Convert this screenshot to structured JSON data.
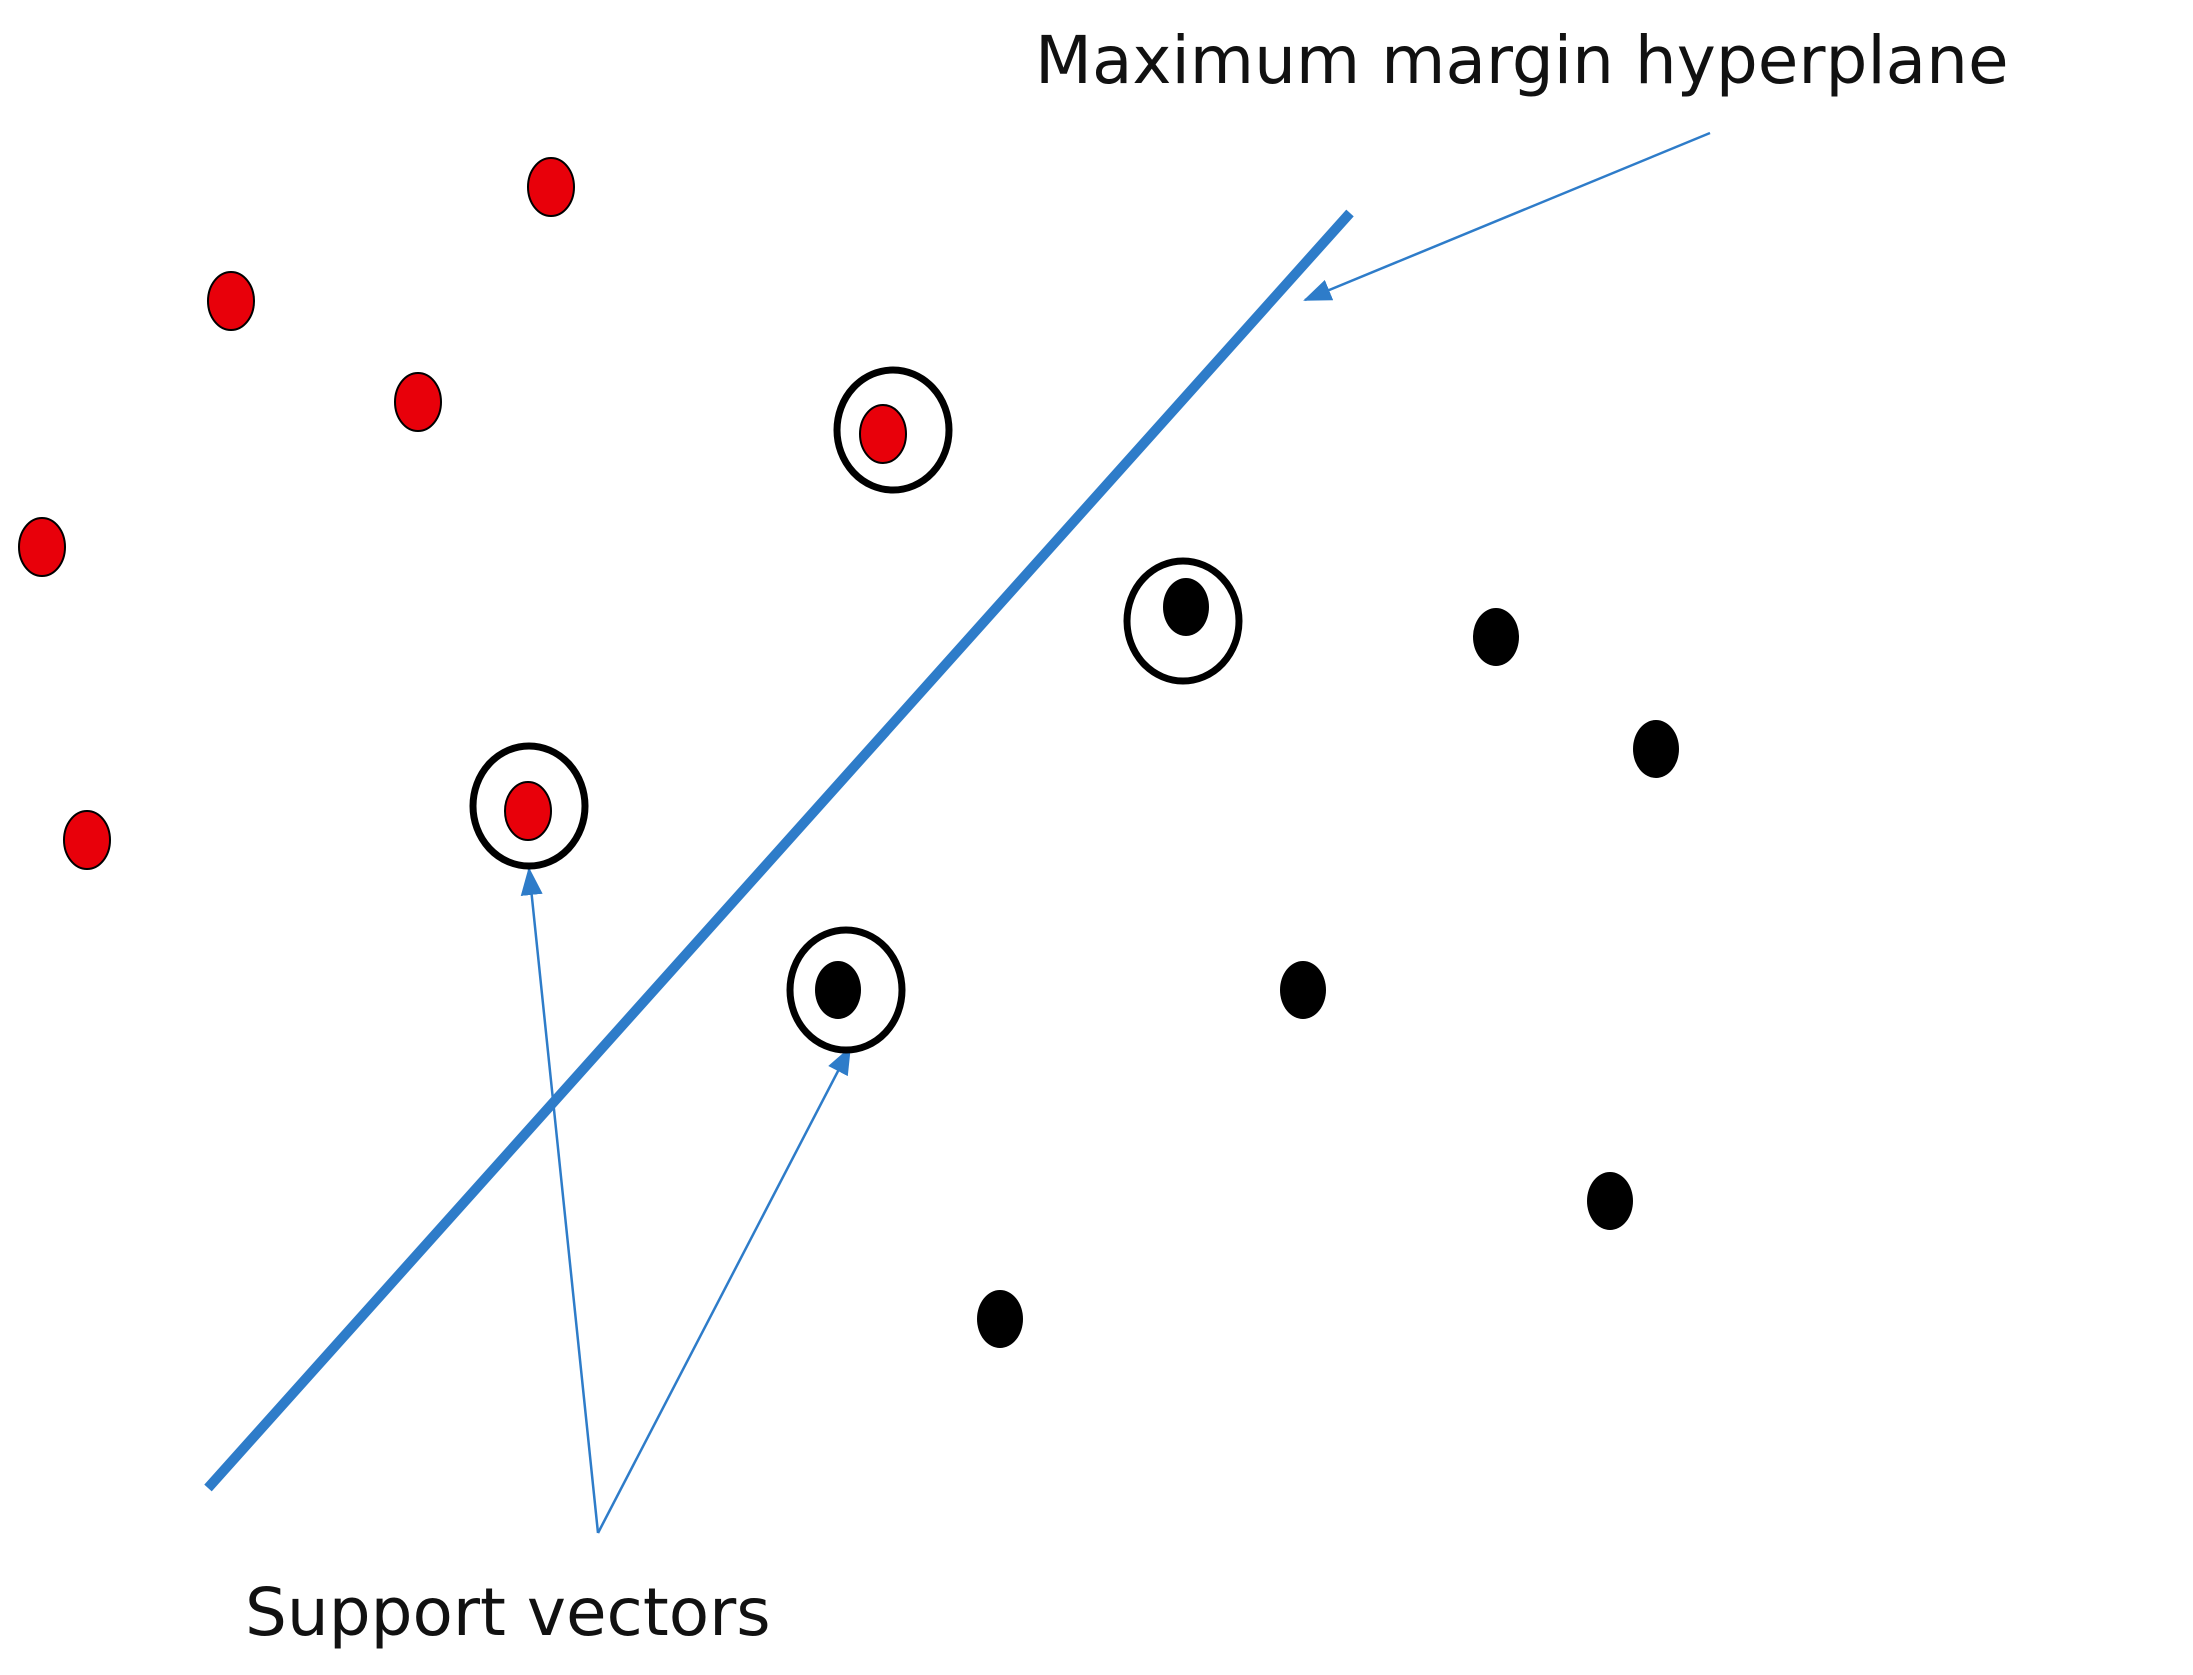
{
  "labels": {
    "hyperplane": "Maximum margin hyperplane",
    "support_vectors": "Support vectors"
  },
  "colors": {
    "background": "#ffffff",
    "class_a": "#e8000a",
    "class_b": "#000000",
    "hyperplane": "#2e7cc9",
    "annotation_arrow": "#2e7cc9",
    "support_ring": "#000000"
  },
  "class_a_points": [
    {
      "name": "red-point-1",
      "support_vector": false
    },
    {
      "name": "red-point-2",
      "support_vector": false
    },
    {
      "name": "red-point-3",
      "support_vector": false
    },
    {
      "name": "red-point-4",
      "support_vector": false
    },
    {
      "name": "red-point-5",
      "support_vector": false
    },
    {
      "name": "red-support-vector-upper",
      "support_vector": true
    },
    {
      "name": "red-support-vector-lower",
      "support_vector": true
    }
  ],
  "class_b_points": [
    {
      "name": "black-support-vector-upper",
      "support_vector": true
    },
    {
      "name": "black-support-vector-lower",
      "support_vector": true
    },
    {
      "name": "black-point-1",
      "support_vector": false
    },
    {
      "name": "black-point-2",
      "support_vector": false
    },
    {
      "name": "black-point-3",
      "support_vector": false
    },
    {
      "name": "black-point-4",
      "support_vector": false
    },
    {
      "name": "black-point-5",
      "support_vector": false
    }
  ]
}
